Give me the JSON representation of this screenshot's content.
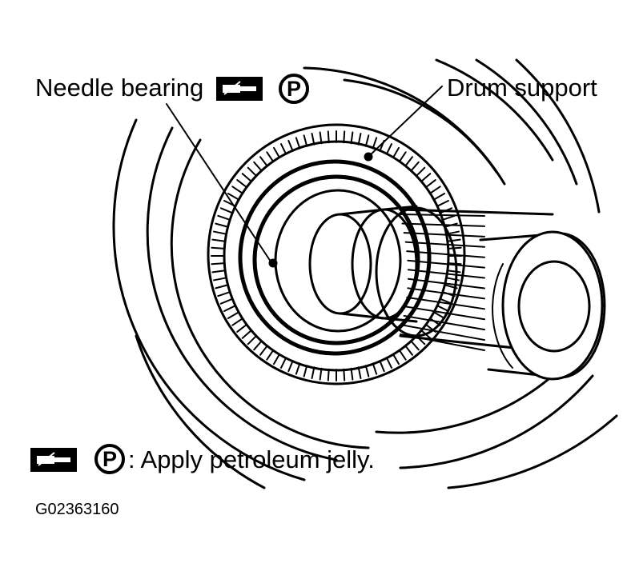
{
  "labels": {
    "needle_bearing": "Needle bearing",
    "drum_support": "Drum support",
    "legend_text": ": Apply petroleum jelly.",
    "figure_code": "G02363160",
    "p_symbol": "P"
  },
  "icons": {
    "grease_icon": "grease-applicator-icon",
    "p_icon": "petroleum-jelly-p-icon"
  },
  "colors": {
    "line": "#000000",
    "background": "#ffffff"
  }
}
